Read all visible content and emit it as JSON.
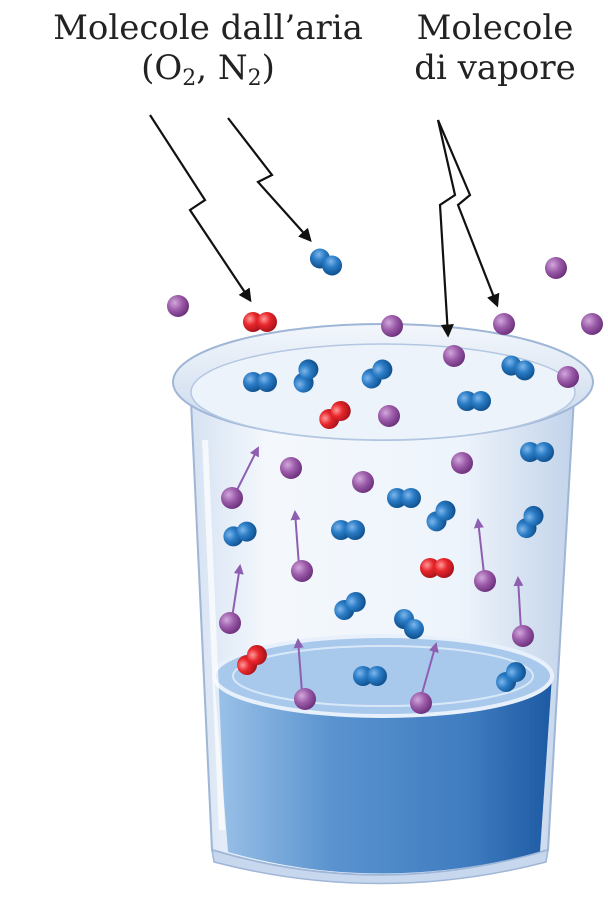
{
  "labels": {
    "air_line1": "Molecole dall’aria",
    "air_paren_open": "(",
    "air_o": "O",
    "air_o_sub": "2",
    "air_comma": ", ",
    "air_n": "N",
    "air_n_sub": "2",
    "air_paren_close": ")",
    "vapor_line1": "Molecole",
    "vapor_line2": "di vapore"
  },
  "colors": {
    "air_molecule_blue": "#1f6fb8",
    "air_molecule_red": "#e0262b",
    "vapor_molecule": "#8e4a9c",
    "liquid": "#4a86c8",
    "beaker_glass": "#e3ecf7",
    "arrow_vapor": "#8e5fb0"
  }
}
